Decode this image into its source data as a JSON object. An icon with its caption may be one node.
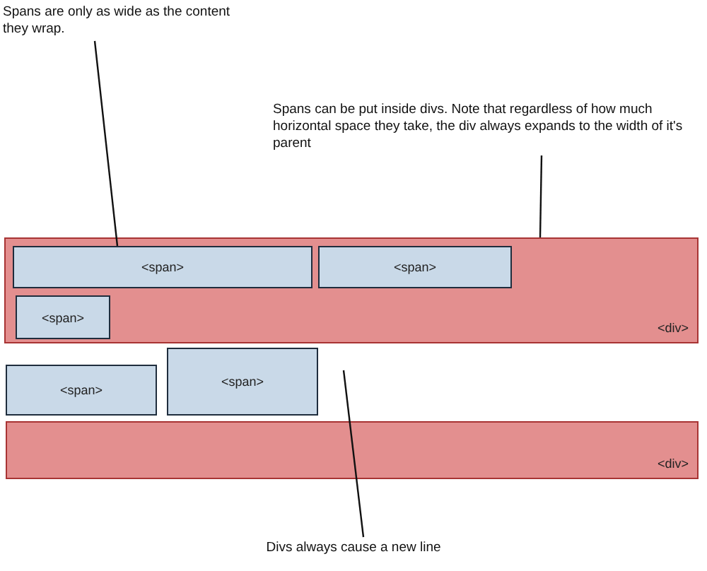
{
  "diagram": {
    "nodes": [
      {
        "text": [
          "Spans are only as wide as the content they wrap."
        ]
      },
      {
        "text": [
          "Spans can be put inside divs. Note that regardless of how much horizontal space they take, the div always expands to the width of it's parent"
        ]
      },
      {
        "text": [
          "<div>"
        ]
      },
      {
        "text": [
          "<span>"
        ],
        "in": 2
      },
      {
        "text": [
          "<span>"
        ],
        "in": 2
      },
      {
        "text": [
          "<span>"
        ],
        "in": 2
      },
      {
        "text": [
          "<span>"
        ]
      },
      {
        "text": [
          "<span>"
        ]
      },
      {
        "text": [
          "<div>"
        ]
      },
      {
        "text": [
          "Divs always cause a new line"
        ]
      }
    ],
    "edges": [
      {
        "from": 0,
        "to": 3,
        "arrow": "none"
      },
      {
        "from": 1,
        "to": 2,
        "arrow": "none"
      },
      {
        "from": 9,
        "to": null,
        "arrow": "none"
      }
    ]
  }
}
